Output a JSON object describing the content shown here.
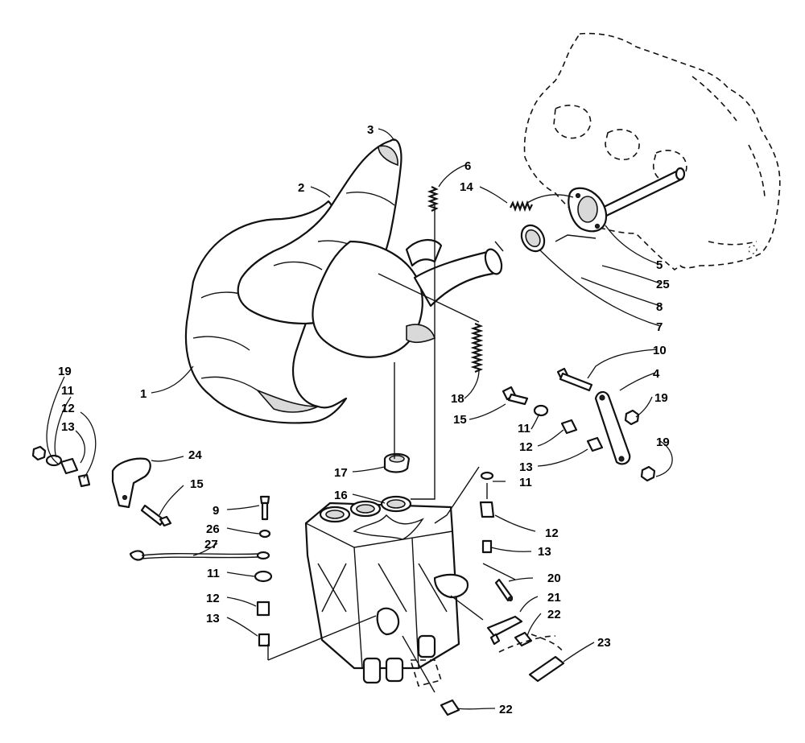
{
  "diagram": {
    "callouts": [
      {
        "id": "c1",
        "label": "1"
      },
      {
        "id": "c2",
        "label": "2"
      },
      {
        "id": "c3",
        "label": "3"
      },
      {
        "id": "c6",
        "label": "6"
      },
      {
        "id": "c14",
        "label": "14"
      },
      {
        "id": "c5",
        "label": "5"
      },
      {
        "id": "c25",
        "label": "25"
      },
      {
        "id": "c8",
        "label": "8"
      },
      {
        "id": "c7",
        "label": "7"
      },
      {
        "id": "c10",
        "label": "10"
      },
      {
        "id": "c4",
        "label": "4"
      },
      {
        "id": "c19a",
        "label": "19"
      },
      {
        "id": "c19b",
        "label": "19"
      },
      {
        "id": "c19c",
        "label": "19"
      },
      {
        "id": "c18",
        "label": "18"
      },
      {
        "id": "c15a",
        "label": "15"
      },
      {
        "id": "c11a",
        "label": "11"
      },
      {
        "id": "c12a",
        "label": "12"
      },
      {
        "id": "c13a",
        "label": "13"
      },
      {
        "id": "c11b",
        "label": "11"
      },
      {
        "id": "c12b",
        "label": "12"
      },
      {
        "id": "c13b",
        "label": "13"
      },
      {
        "id": "c11c",
        "label": "11"
      },
      {
        "id": "c13c",
        "label": "13"
      },
      {
        "id": "c12c",
        "label": "12"
      },
      {
        "id": "c24",
        "label": "24"
      },
      {
        "id": "c15b",
        "label": "15"
      },
      {
        "id": "c17",
        "label": "17"
      },
      {
        "id": "c16",
        "label": "16"
      },
      {
        "id": "c9",
        "label": "9"
      },
      {
        "id": "c26",
        "label": "26"
      },
      {
        "id": "c27",
        "label": "27"
      },
      {
        "id": "c11d",
        "label": "11"
      },
      {
        "id": "c12d",
        "label": "12"
      },
      {
        "id": "c13d",
        "label": "13"
      },
      {
        "id": "c20",
        "label": "20"
      },
      {
        "id": "c21",
        "label": "21"
      },
      {
        "id": "c22a",
        "label": "22"
      },
      {
        "id": "c23",
        "label": "23"
      },
      {
        "id": "c22b",
        "label": "22"
      }
    ]
  }
}
